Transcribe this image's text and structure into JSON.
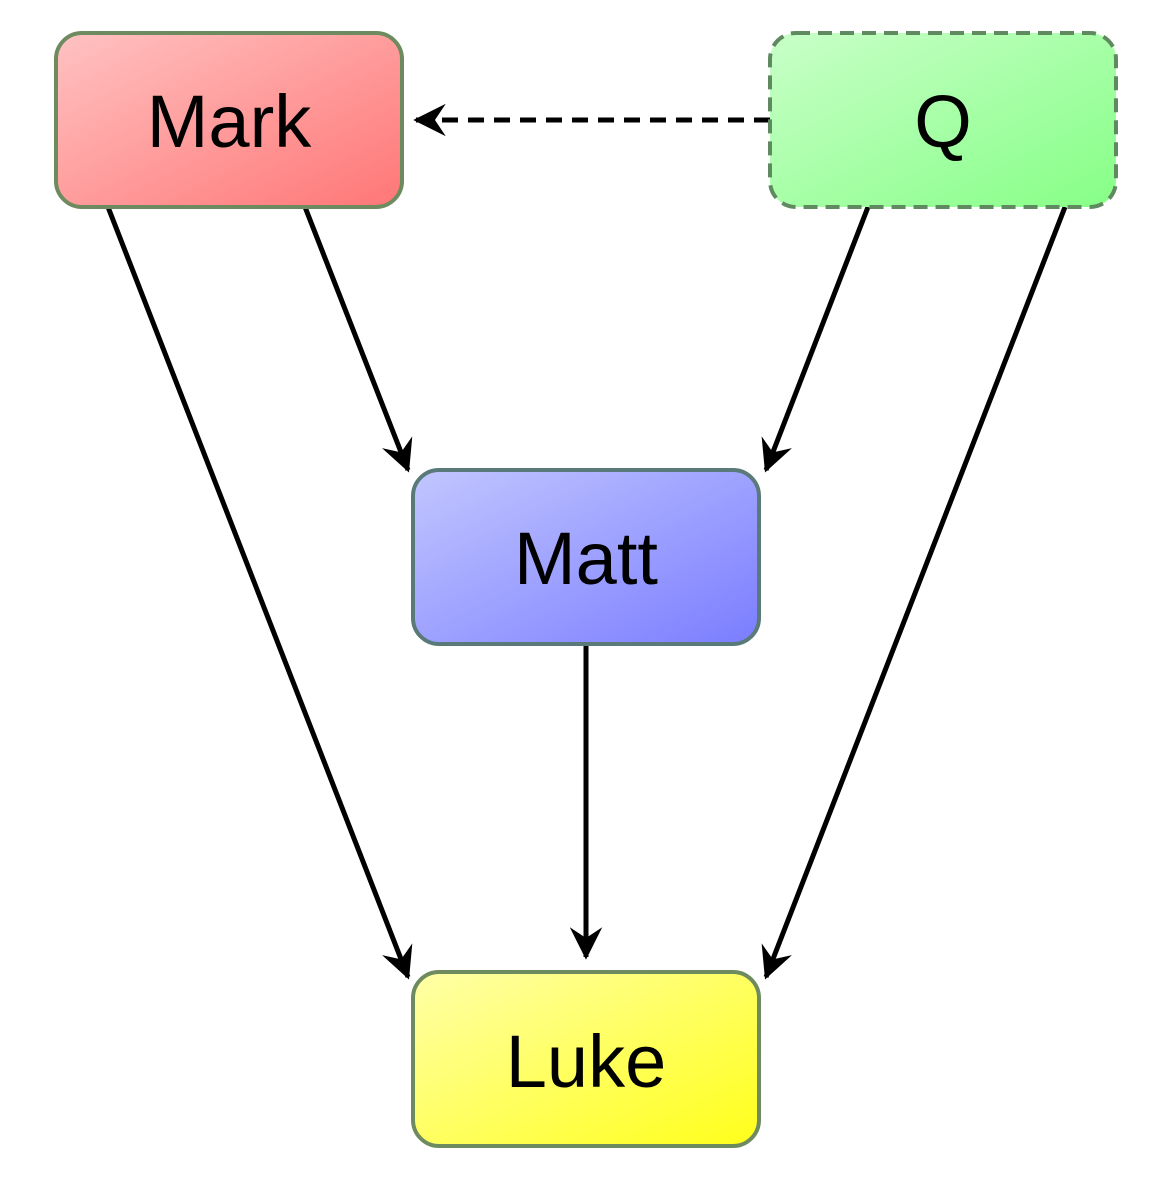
{
  "nodes": {
    "mark": {
      "label": "Mark",
      "color_light": "#ffc2c2",
      "color_dark": "#ff7676",
      "border": "#6e8a5f",
      "dashed": false
    },
    "q": {
      "label": "Q",
      "color_light": "#c8ffc8",
      "color_dark": "#86ff86",
      "border": "#5f8a5f",
      "dashed": true
    },
    "matt": {
      "label": "Matt",
      "color_light": "#c2c6ff",
      "color_dark": "#7a7dff",
      "border": "#5a7a7a",
      "dashed": false
    },
    "luke": {
      "label": "Luke",
      "color_light": "#ffffa8",
      "color_dark": "#ffff1a",
      "border": "#6e8a5f",
      "dashed": false
    }
  },
  "edges": [
    {
      "from": "Q",
      "to": "Mark",
      "style": "dashed"
    },
    {
      "from": "Mark",
      "to": "Matt",
      "style": "solid"
    },
    {
      "from": "Mark",
      "to": "Luke",
      "style": "solid"
    },
    {
      "from": "Q",
      "to": "Matt",
      "style": "solid"
    },
    {
      "from": "Q",
      "to": "Luke",
      "style": "solid"
    },
    {
      "from": "Matt",
      "to": "Luke",
      "style": "solid"
    }
  ]
}
